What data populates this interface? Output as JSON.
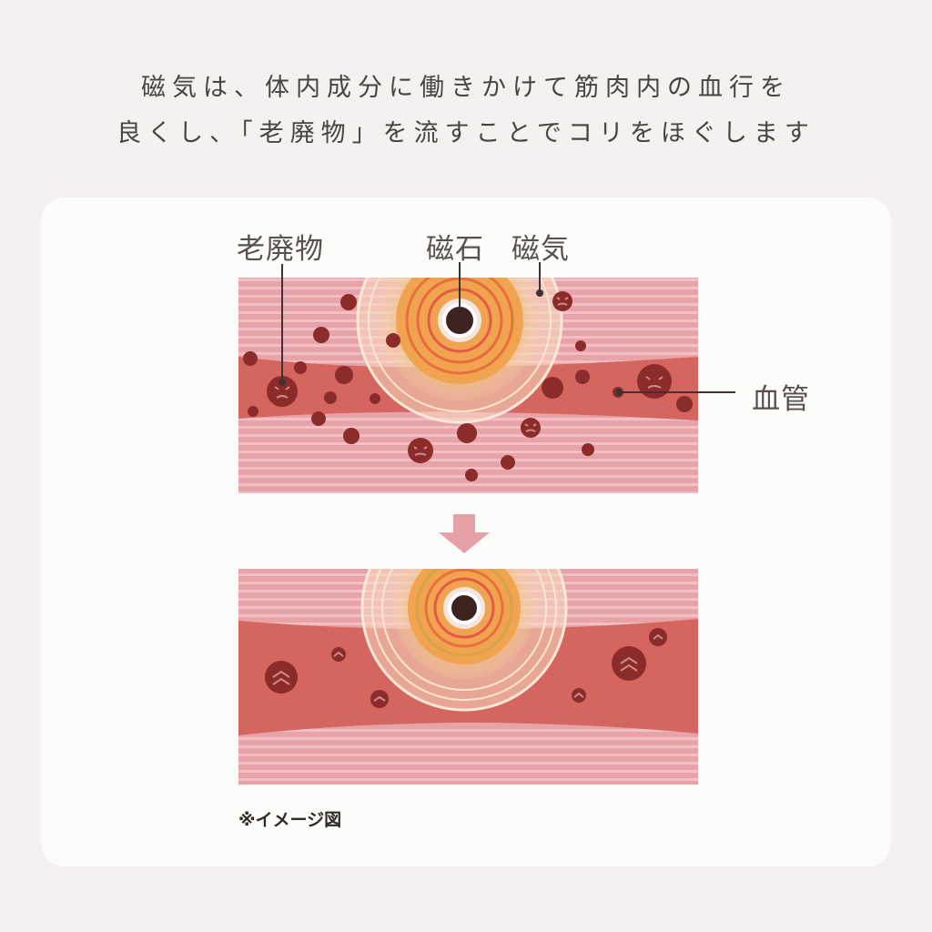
{
  "headline": {
    "line1": "磁気は、体内成分に働きかけて筋肉内の血行を",
    "line2": "良くし、「老廃物」を流すことでコリをほぐします"
  },
  "labels": {
    "waste": "老廃物",
    "magnet": "磁石",
    "magnetism": "磁気",
    "blood_vessel": "血管"
  },
  "note": "※イメージ図",
  "colors": {
    "muscle": "#e8a3a9",
    "muscle_stripe": "#f1bcc1",
    "vessel": "#d5665f",
    "waste": "#8b2b2a",
    "arrow": "#e6a0a6",
    "magnet_core": "#3d2420",
    "leader": "#3d3432"
  },
  "icons": [
    "magnet-icon",
    "down-arrow-icon",
    "waste-particle-icon"
  ]
}
